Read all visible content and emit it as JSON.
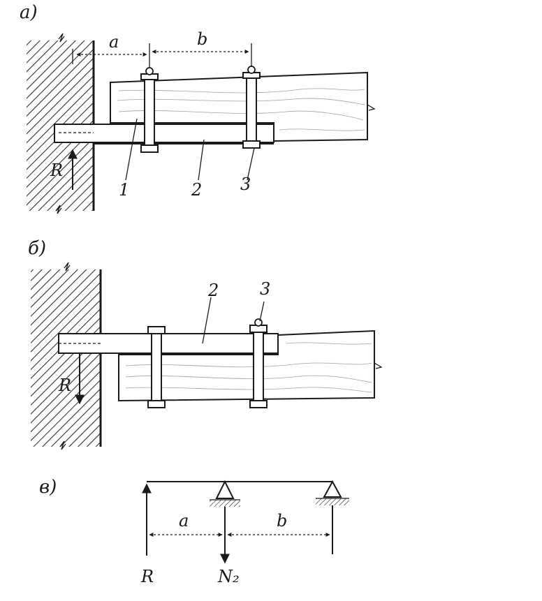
{
  "panels": {
    "a": {
      "label": "a)",
      "dim_a": "a",
      "dim_b": "b",
      "reaction": "R",
      "parts": [
        "1",
        "2",
        "3"
      ]
    },
    "b": {
      "label": "б)",
      "reaction": "R",
      "parts": [
        "2",
        "3"
      ]
    },
    "c": {
      "label": "в)",
      "dim_a": "a",
      "dim_b": "b",
      "reaction": "R",
      "support_force": "N₂"
    }
  }
}
